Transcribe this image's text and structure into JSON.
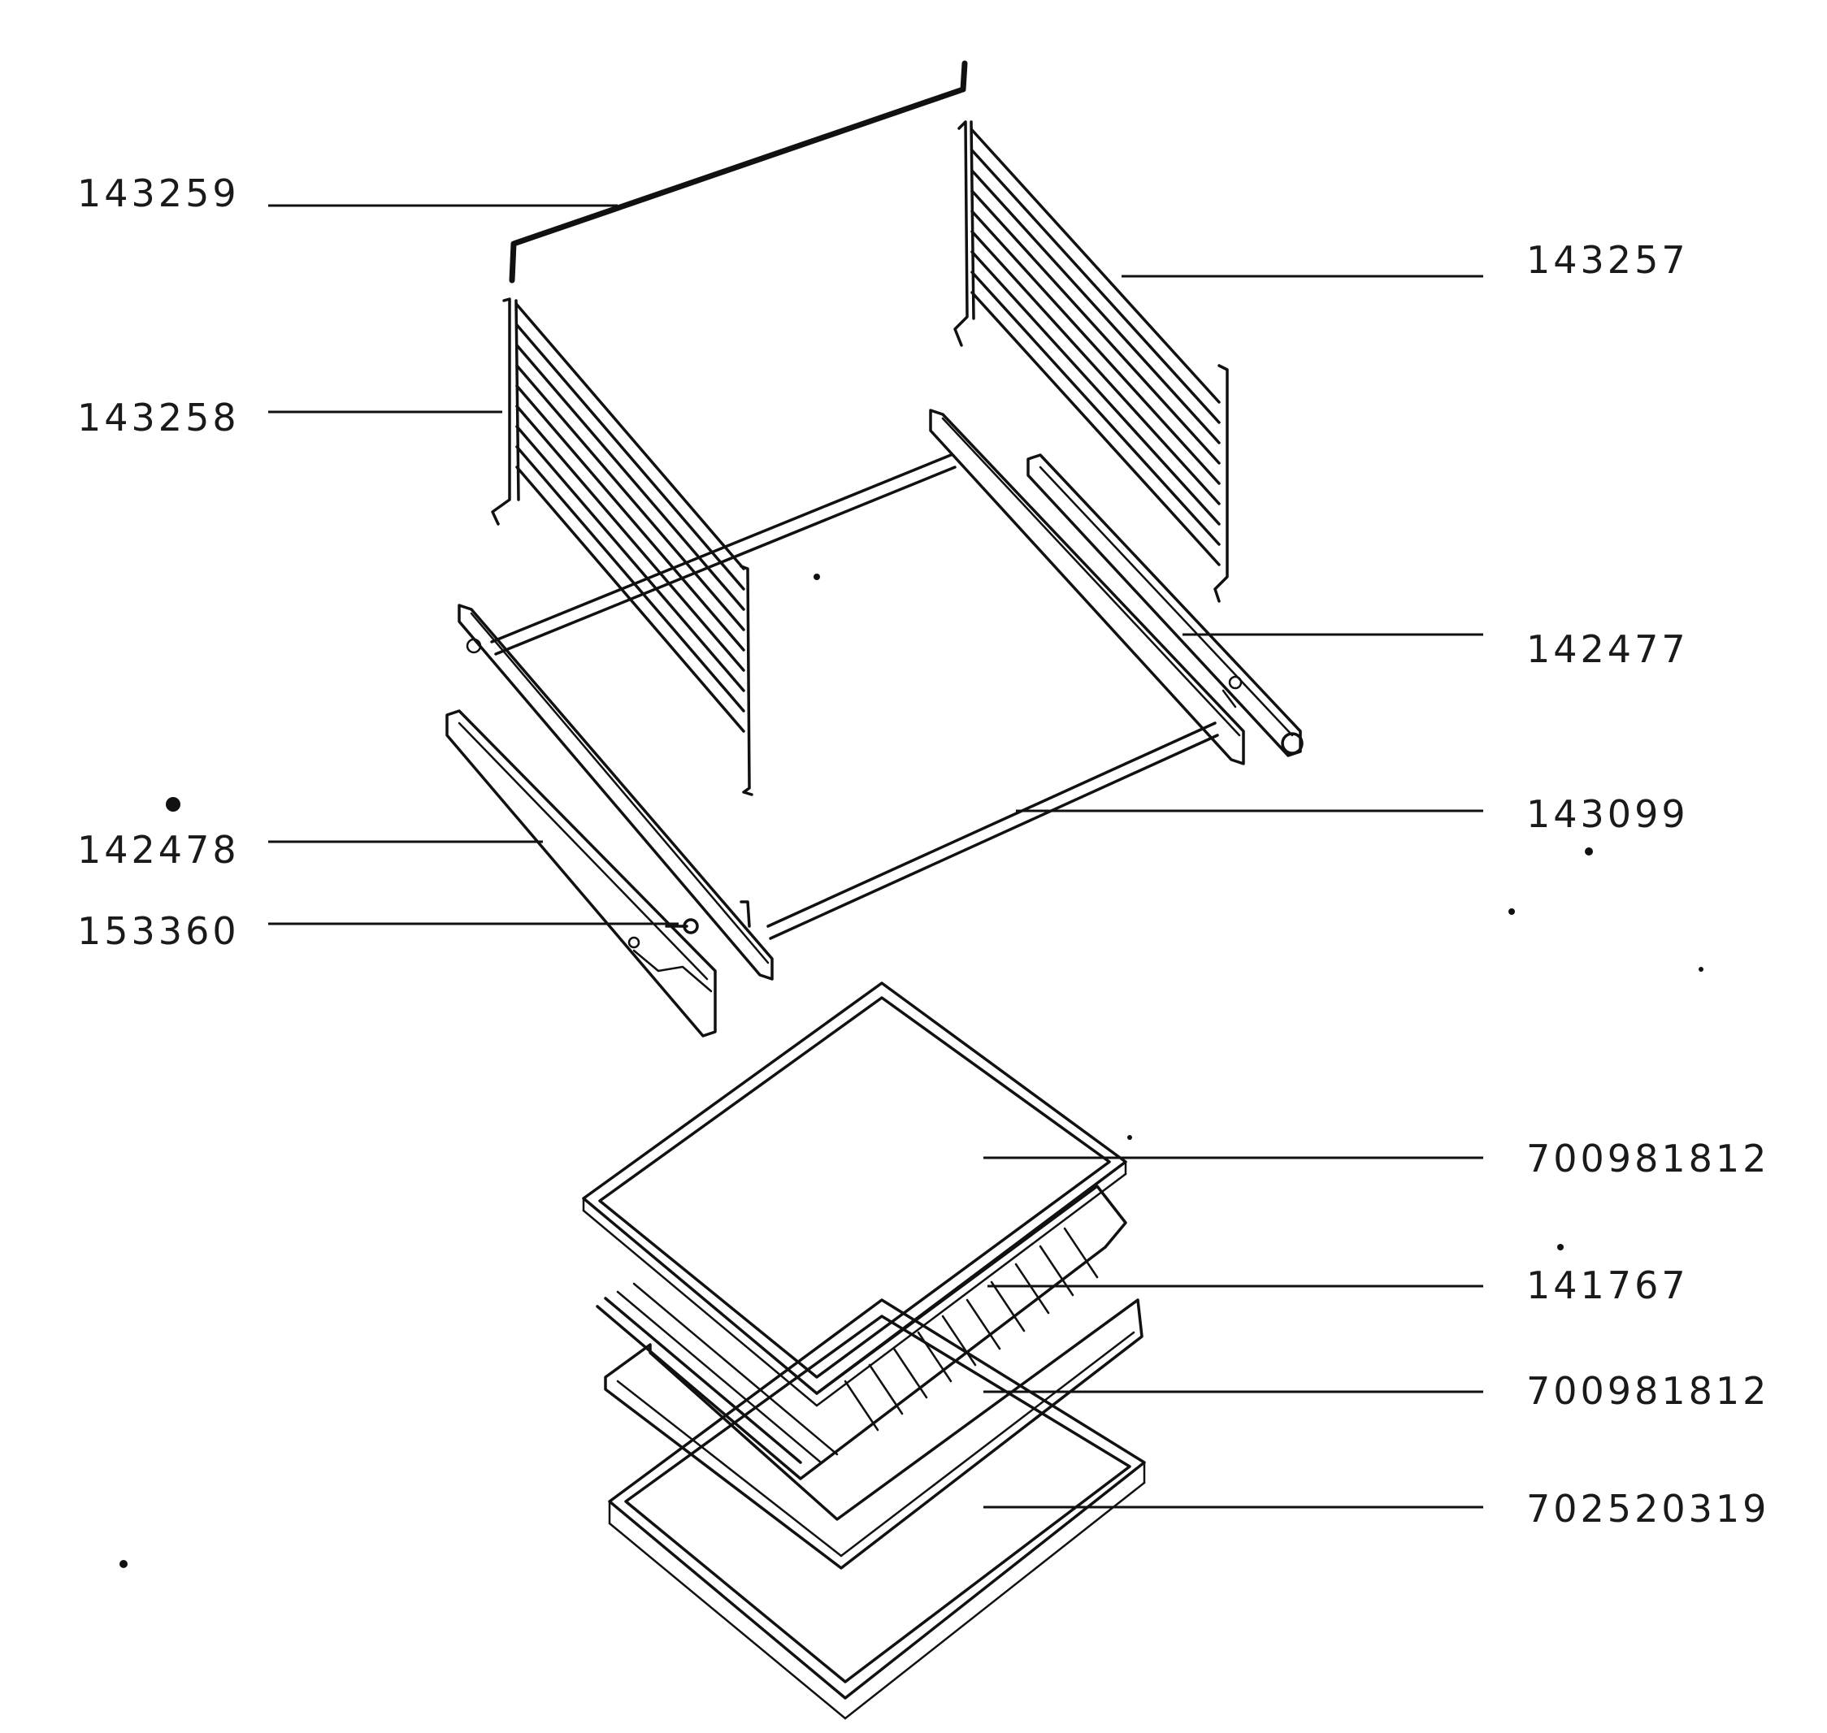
{
  "callouts": [
    {
      "id": "wire-bar-top",
      "label": "143259"
    },
    {
      "id": "shelf-support-right",
      "label": "143257"
    },
    {
      "id": "shelf-support-left",
      "label": "143258"
    },
    {
      "id": "rail-right",
      "label": "142477"
    },
    {
      "id": "frame",
      "label": "143099"
    },
    {
      "id": "rail-left",
      "label": "142478"
    },
    {
      "id": "screw",
      "label": "153360"
    },
    {
      "id": "tray-glass",
      "label": "700981812"
    },
    {
      "id": "grid-rack",
      "label": "141767"
    },
    {
      "id": "tray-middle",
      "label": "700981812"
    },
    {
      "id": "tray-bottom",
      "label": "702520319"
    }
  ]
}
